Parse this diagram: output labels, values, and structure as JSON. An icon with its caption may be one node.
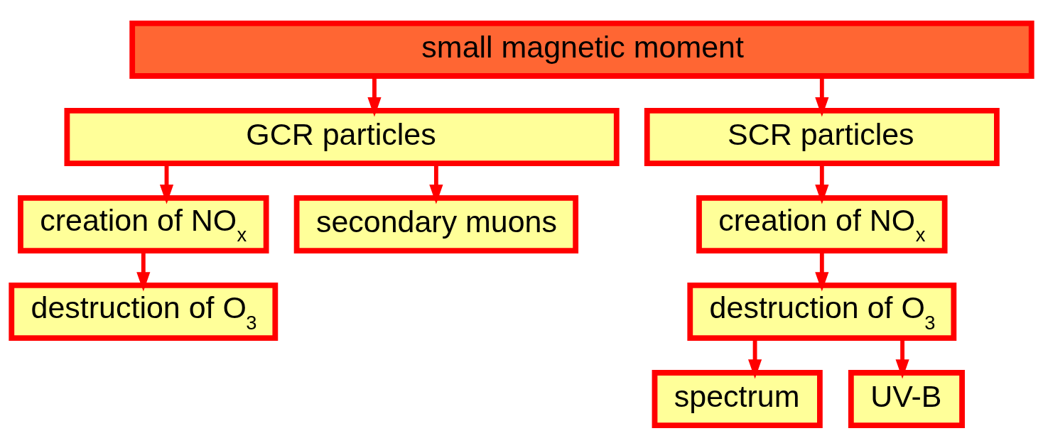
{
  "diagram": {
    "nodes": [
      {
        "text": [
          "small magnetic moment"
        ]
      },
      {
        "text": [
          "GCR particles"
        ]
      },
      {
        "text": [
          "SCR particles"
        ]
      },
      {
        "text": [
          "creation of NO$_{x}$"
        ]
      },
      {
        "text": [
          "secondary muons"
        ]
      },
      {
        "text": [
          "destruction of O$_{3}$"
        ]
      },
      {
        "text": [
          "creation of NO$_{x}$"
        ]
      },
      {
        "text": [
          "destruction of O$_{3}$"
        ]
      },
      {
        "text": [
          "spectrum"
        ]
      },
      {
        "text": [
          "UV-B"
        ]
      }
    ],
    "edges": [
      {
        "from": 0,
        "to": 1,
        "arrow": "to"
      },
      {
        "from": 0,
        "to": 2,
        "arrow": "to"
      },
      {
        "from": 1,
        "to": 3,
        "arrow": "to"
      },
      {
        "from": 1,
        "to": 4,
        "arrow": "to"
      },
      {
        "from": 3,
        "to": 5,
        "arrow": "to"
      },
      {
        "from": 2,
        "to": 6,
        "arrow": "to"
      },
      {
        "from": 6,
        "to": 7,
        "arrow": "to"
      },
      {
        "from": 7,
        "to": 8,
        "arrow": "to"
      },
      {
        "from": 7,
        "to": 9,
        "arrow": "to"
      }
    ]
  }
}
